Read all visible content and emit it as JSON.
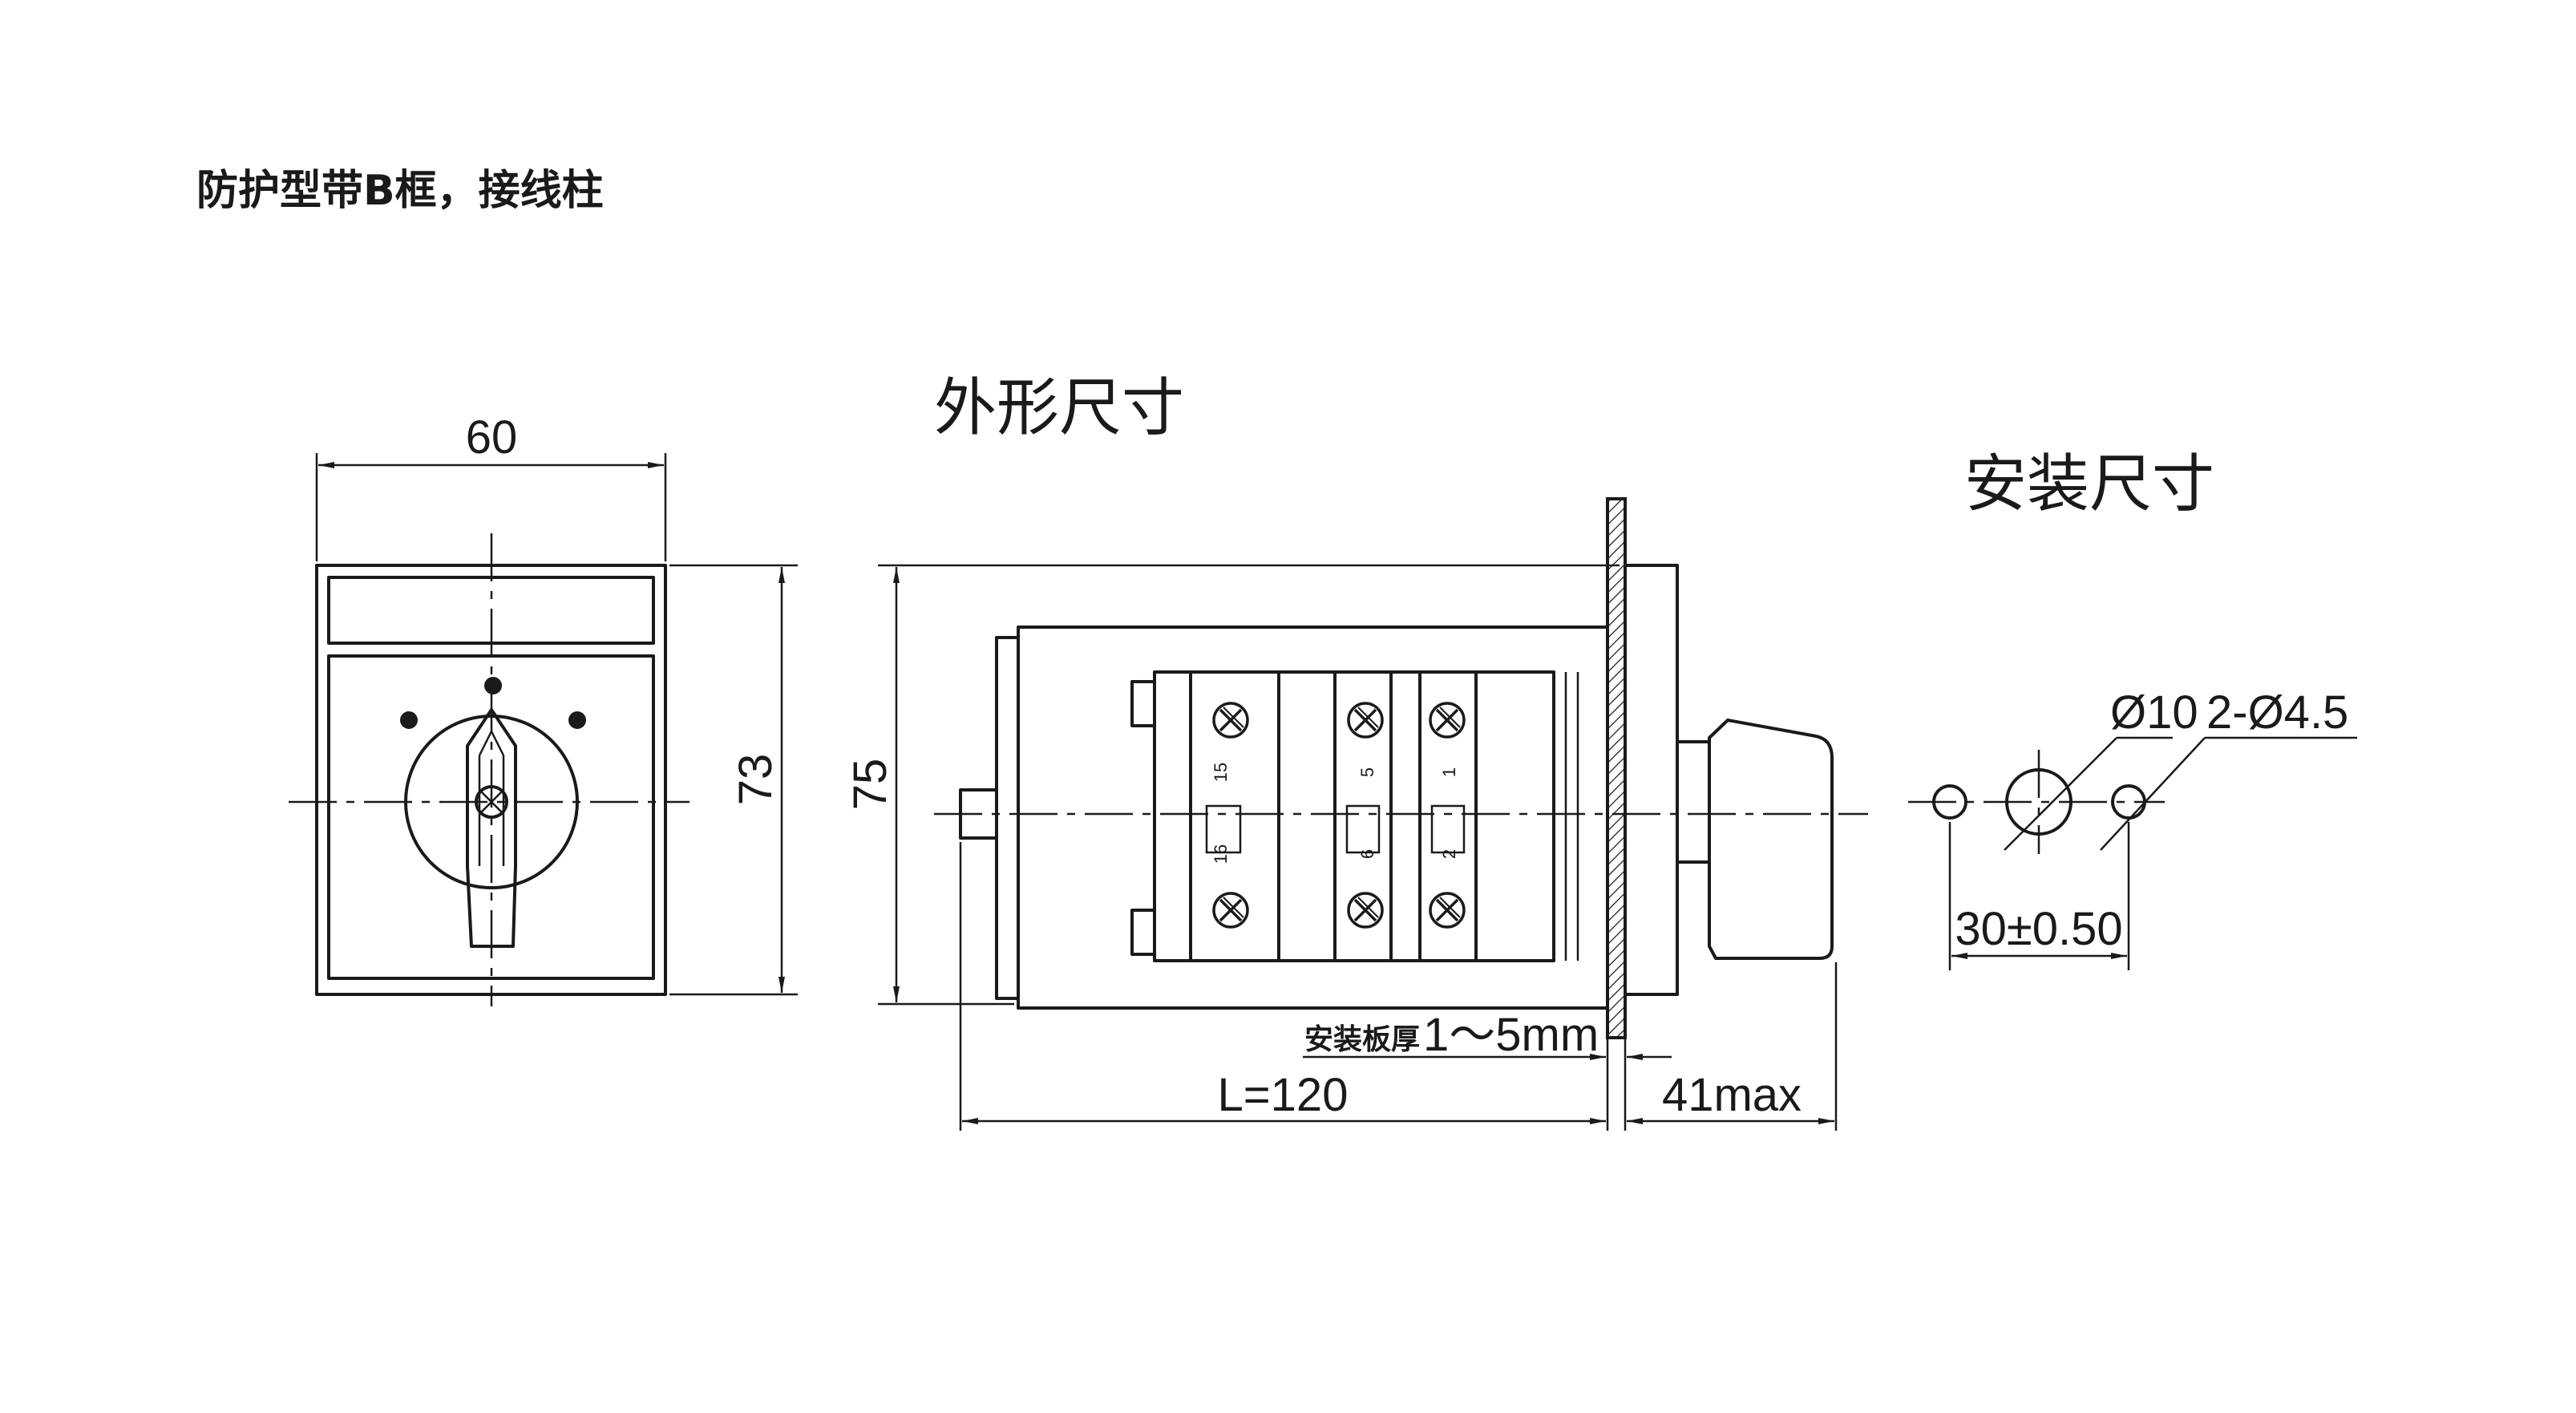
{
  "header": {
    "title": "防护型带B框，接线柱"
  },
  "sections": {
    "outline_title": "外形尺寸",
    "mounting_title": "安装尺寸"
  },
  "front_view": {
    "width_label": "60",
    "height_label": "73"
  },
  "side_view": {
    "height_label": "75",
    "length_label": "L=120",
    "max_label": "41max",
    "panel_label_prefix": "安装板厚",
    "panel_label_value": "1～5mm",
    "terminal_numbers": [
      "15",
      "16",
      "5",
      "6",
      "1",
      "2"
    ]
  },
  "mounting_view": {
    "center_hole_label": "Ø10",
    "side_holes_label": "2-Ø4.5",
    "spacing_label": "30±0.50"
  }
}
